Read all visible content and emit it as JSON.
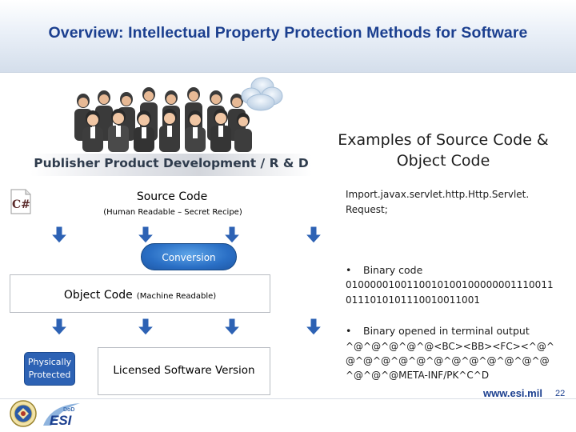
{
  "title": "Overview: Intellectual Property Protection Methods for Software",
  "diagram": {
    "publisher_label": "Publisher Product Development / R & D",
    "source_code": {
      "title": "Source Code",
      "subtitle": "(Human Readable – Secret Recipe)"
    },
    "conversion_label": "Conversion",
    "object_code": {
      "title": "Object Code",
      "subtitle": "(Machine Readable)"
    },
    "physically_protected": "Physically Protected",
    "licensed_label": "Licensed Software Version",
    "icon_text": "C#"
  },
  "examples": {
    "heading": "Examples of Source Code & Object Code",
    "source_lines": [
      "Import.javax.servlet.http.Http.Servlet.",
      "Request;"
    ],
    "bullet": "•",
    "binary_heading": "Binary code",
    "binary_lines": [
      "0100000100110010100100000001110011",
      "0111010101110010011001"
    ],
    "terminal_heading": "Binary opened in terminal output",
    "terminal_lines": [
      "^@^@^@^@^@<BC><BB><FC><^@^",
      "@^@^@^@^@^@^@^@^@^@^@^@",
      "^@^@^@META-INF/PK^C^D"
    ]
  },
  "footer": {
    "url": "www.esi.mil",
    "page_number": "22",
    "logo_text": "ESI",
    "logo_small": "DoD"
  },
  "colors": {
    "title": "#1b3f8f",
    "arrow": "#2d62b4",
    "conversion": "#2a6fc5",
    "physically_protected_bg": "#2d62b4"
  },
  "icons": [
    "people-group-icon",
    "cloud-icon",
    "csharp-icon",
    "down-arrow-icon",
    "dod-seal-icon",
    "esi-logo-icon"
  ]
}
